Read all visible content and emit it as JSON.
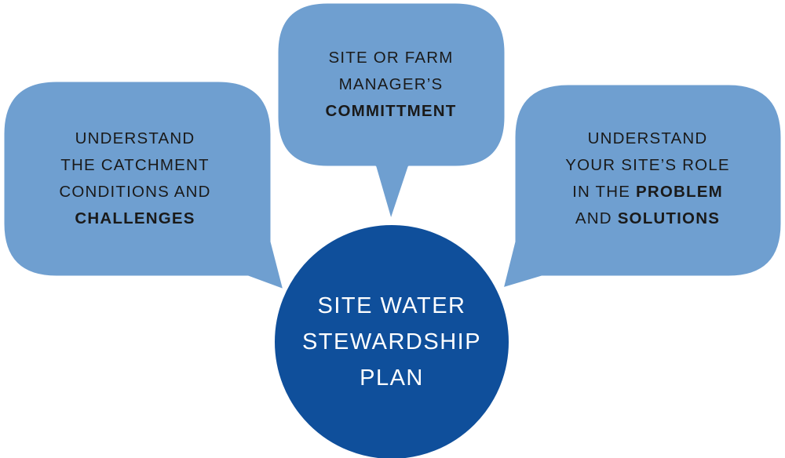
{
  "colors": {
    "bubble_fill": "#6f9fd0",
    "bubble_stroke": "#ffffff",
    "center_fill": "#0f4f9b",
    "center_stroke": "#ffffff",
    "bubble_text": "#1a1a1a",
    "center_text": "#ffffff"
  },
  "center": {
    "line1": "SITE WATER",
    "line2": "STEWARDSHIP",
    "line3": "PLAN"
  },
  "left_bubble": {
    "line1": "UNDERSTAND",
    "line2": "THE CATCHMENT",
    "line3": "CONDITIONS AND",
    "line4_bold": "CHALLENGES"
  },
  "top_bubble": {
    "line1": "SITE OR FARM",
    "line2": "MANAGER’S",
    "line3_bold": "COMMITTMENT"
  },
  "right_bubble": {
    "line1": "UNDERSTAND",
    "line2": "YOUR SITE’S ROLE",
    "line3_plain": "IN THE ",
    "line3_bold": "PROBLEM",
    "line4_plain": "AND ",
    "line4_bold": "SOLUTIONS"
  }
}
